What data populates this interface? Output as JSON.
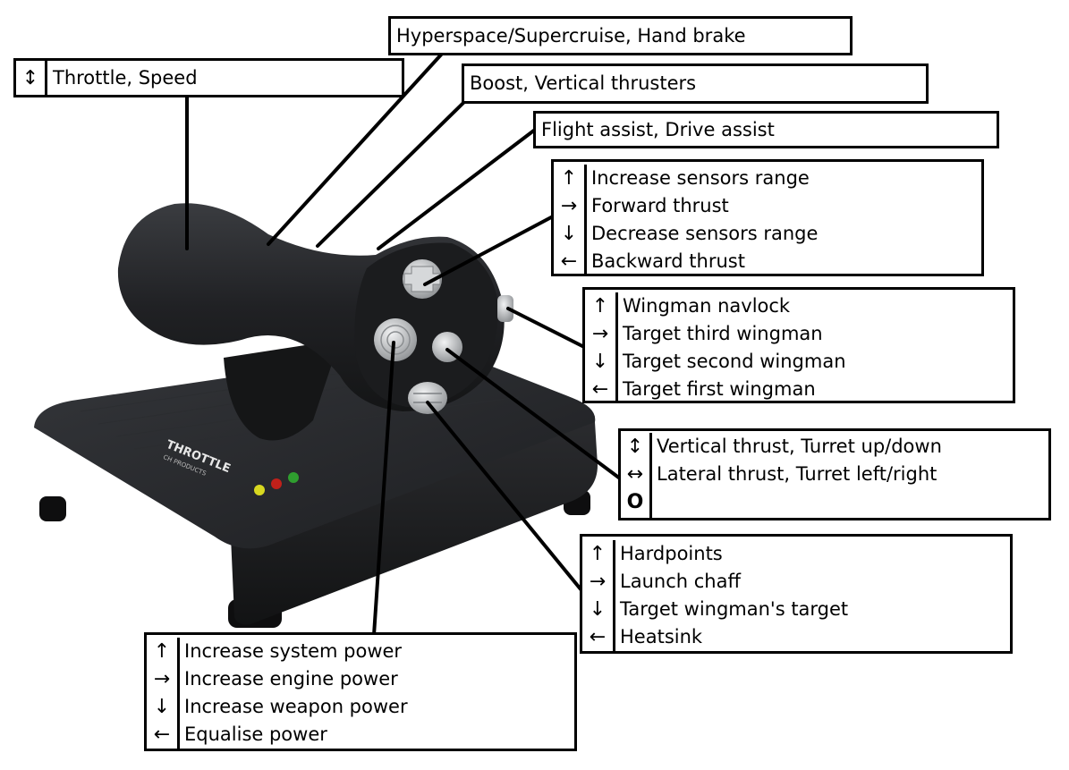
{
  "labels": {
    "hyperspace": {
      "text": "Hyperspace/Supercruise, Hand brake"
    },
    "throttle": {
      "icon": "↕",
      "icon_name": "up-down-arrow-icon",
      "text": "Throttle, Speed"
    },
    "boost": {
      "text": "Boost, Vertical thrusters"
    },
    "flight_assist": {
      "text": "Flight assist, Drive assist"
    },
    "hat_sensors": {
      "rows": [
        {
          "icon": "↑",
          "text": "Increase sensors range"
        },
        {
          "icon": "→",
          "text": "Forward thrust"
        },
        {
          "icon": "↓",
          "text": "Decrease sensors range"
        },
        {
          "icon": "←",
          "text": "Backward thrust"
        }
      ]
    },
    "hat_wingman": {
      "rows": [
        {
          "icon": "↑",
          "text": "Wingman navlock"
        },
        {
          "icon": "→",
          "text": "Target third wingman"
        },
        {
          "icon": "↓",
          "text": "Target second wingman"
        },
        {
          "icon": "←",
          "text": "Target first wingman"
        }
      ]
    },
    "thumbstick": {
      "rows": [
        {
          "icon": "↕",
          "text": "Vertical thrust, Turret up/down"
        },
        {
          "icon": "↔",
          "text": "Lateral thrust, Turret left/right"
        }
      ],
      "press_icon": "O"
    },
    "hat_hardpoints": {
      "rows": [
        {
          "icon": "↑",
          "text": "Hardpoints"
        },
        {
          "icon": "→",
          "text": "Launch chaff"
        },
        {
          "icon": "↓",
          "text": "Target wingman's target"
        },
        {
          "icon": "←",
          "text": "Heatsink"
        }
      ]
    },
    "hat_power": {
      "rows": [
        {
          "icon": "↑",
          "text": "Increase system power"
        },
        {
          "icon": "→",
          "text": "Increase engine power"
        },
        {
          "icon": "↓",
          "text": "Increase weapon power"
        },
        {
          "icon": "←",
          "text": "Equalise power"
        }
      ]
    }
  },
  "device": {
    "brand_text": "THROTTLE",
    "brand_sub": "CH PRODUCTS",
    "led_colors": [
      "#d8d820",
      "#c0201a",
      "#2f9e2f"
    ],
    "body_color": "#1c1d1f",
    "button_color": "#c9cbcd"
  }
}
